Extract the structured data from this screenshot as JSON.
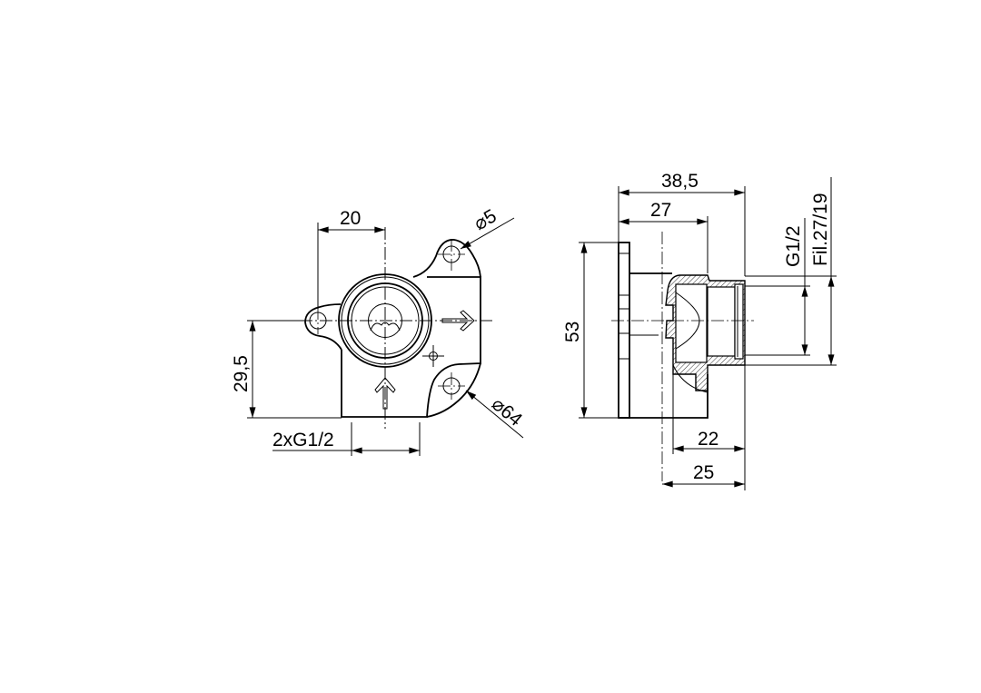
{
  "front_view": {
    "dim_width": "20",
    "dim_hole": "⌀5",
    "dim_circle": "⌀64",
    "dim_height": "29,5",
    "dim_thread": "2xG1/2"
  },
  "side_view": {
    "dim_total_depth": "38,5",
    "dim_body_depth": "27",
    "dim_height": "53",
    "dim_thread": "G1/2",
    "dim_fil": "Fil.27/19",
    "dim_22": "22",
    "dim_25": "25"
  }
}
